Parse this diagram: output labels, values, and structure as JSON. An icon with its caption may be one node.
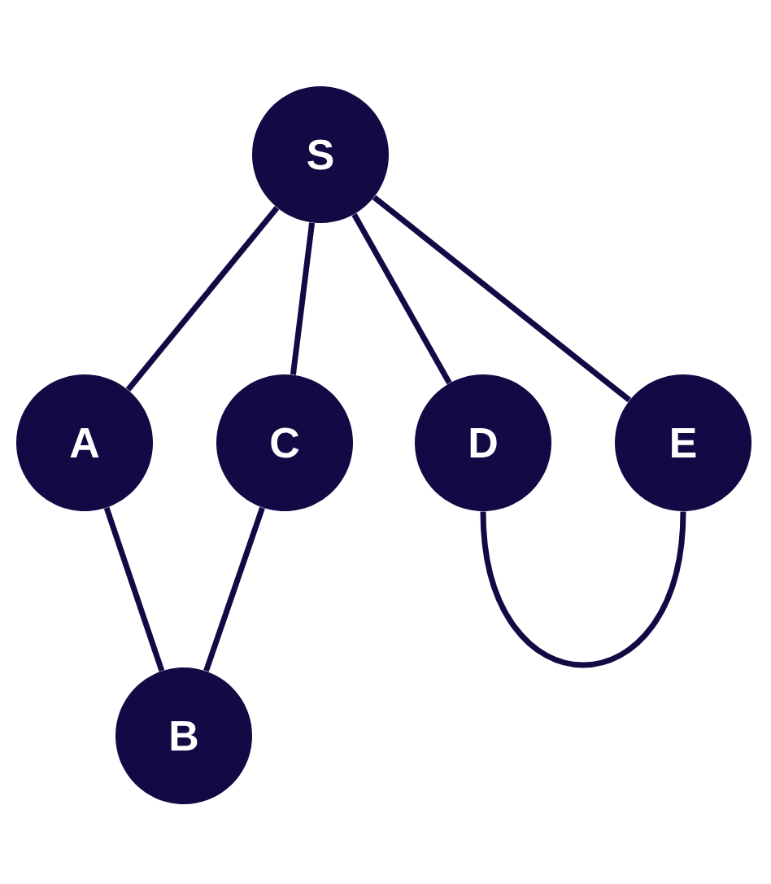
{
  "diagram": {
    "nodes": [
      {
        "text": [
          "S"
        ]
      },
      {
        "text": [
          "A"
        ]
      },
      {
        "text": [
          "C"
        ]
      },
      {
        "text": [
          "D"
        ]
      },
      {
        "text": [
          "E"
        ]
      },
      {
        "text": [
          "B"
        ]
      }
    ],
    "edges": [
      {
        "from": 0,
        "to": 1,
        "arrow": "none"
      },
      {
        "from": 0,
        "to": 2,
        "arrow": "none"
      },
      {
        "from": 0,
        "to": 3,
        "arrow": "none"
      },
      {
        "from": 0,
        "to": 4,
        "arrow": "none"
      },
      {
        "from": 1,
        "to": 5,
        "arrow": "none"
      },
      {
        "from": 2,
        "to": 5,
        "arrow": "none"
      },
      {
        "from": 3,
        "to": 4,
        "arrow": "none"
      }
    ]
  }
}
